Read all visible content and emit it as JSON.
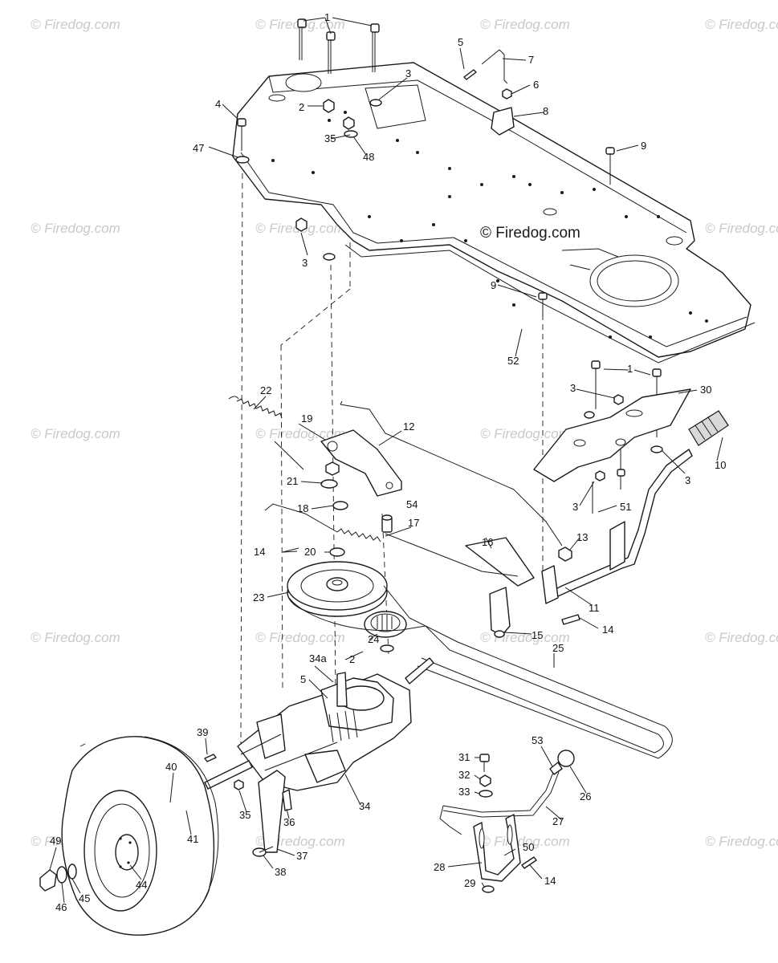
{
  "watermark": {
    "text": "© Firedog.com",
    "center_text": "© Firedog.com"
  },
  "callouts": {
    "c1a": "1",
    "c1b": "1",
    "c2a": "2",
    "c2b": "2",
    "c3a": "3",
    "c3b": "3",
    "c3c": "3",
    "c3d": "3",
    "c3e": "3",
    "c4": "4",
    "c5a": "5",
    "c5b": "5",
    "c6": "6",
    "c7": "7",
    "c8": "8",
    "c9a": "9",
    "c9b": "9",
    "c10": "10",
    "c11": "11",
    "c12": "12",
    "c13": "13",
    "c14a": "14",
    "c14b": "14",
    "c14c": "14",
    "c15": "15",
    "c16": "16",
    "c17": "17",
    "c18": "18",
    "c19": "19",
    "c20": "20",
    "c21": "21",
    "c22": "22",
    "c23": "23",
    "c24": "24",
    "c25": "25",
    "c26": "26",
    "c27": "27",
    "c28": "28",
    "c29": "29",
    "c30": "30",
    "c31": "31",
    "c32": "32",
    "c33": "33",
    "c34": "34",
    "c34a": "34a",
    "c35a": "35",
    "c35b": "35",
    "c36": "36",
    "c37": "37",
    "c38": "38",
    "c39": "39",
    "c40": "40",
    "c41": "41",
    "c44": "44",
    "c45": "45",
    "c46": "46",
    "c47": "47",
    "c48": "48",
    "c49": "49",
    "c50": "50",
    "c51": "51",
    "c52": "52",
    "c53": "53",
    "c54": "54"
  }
}
